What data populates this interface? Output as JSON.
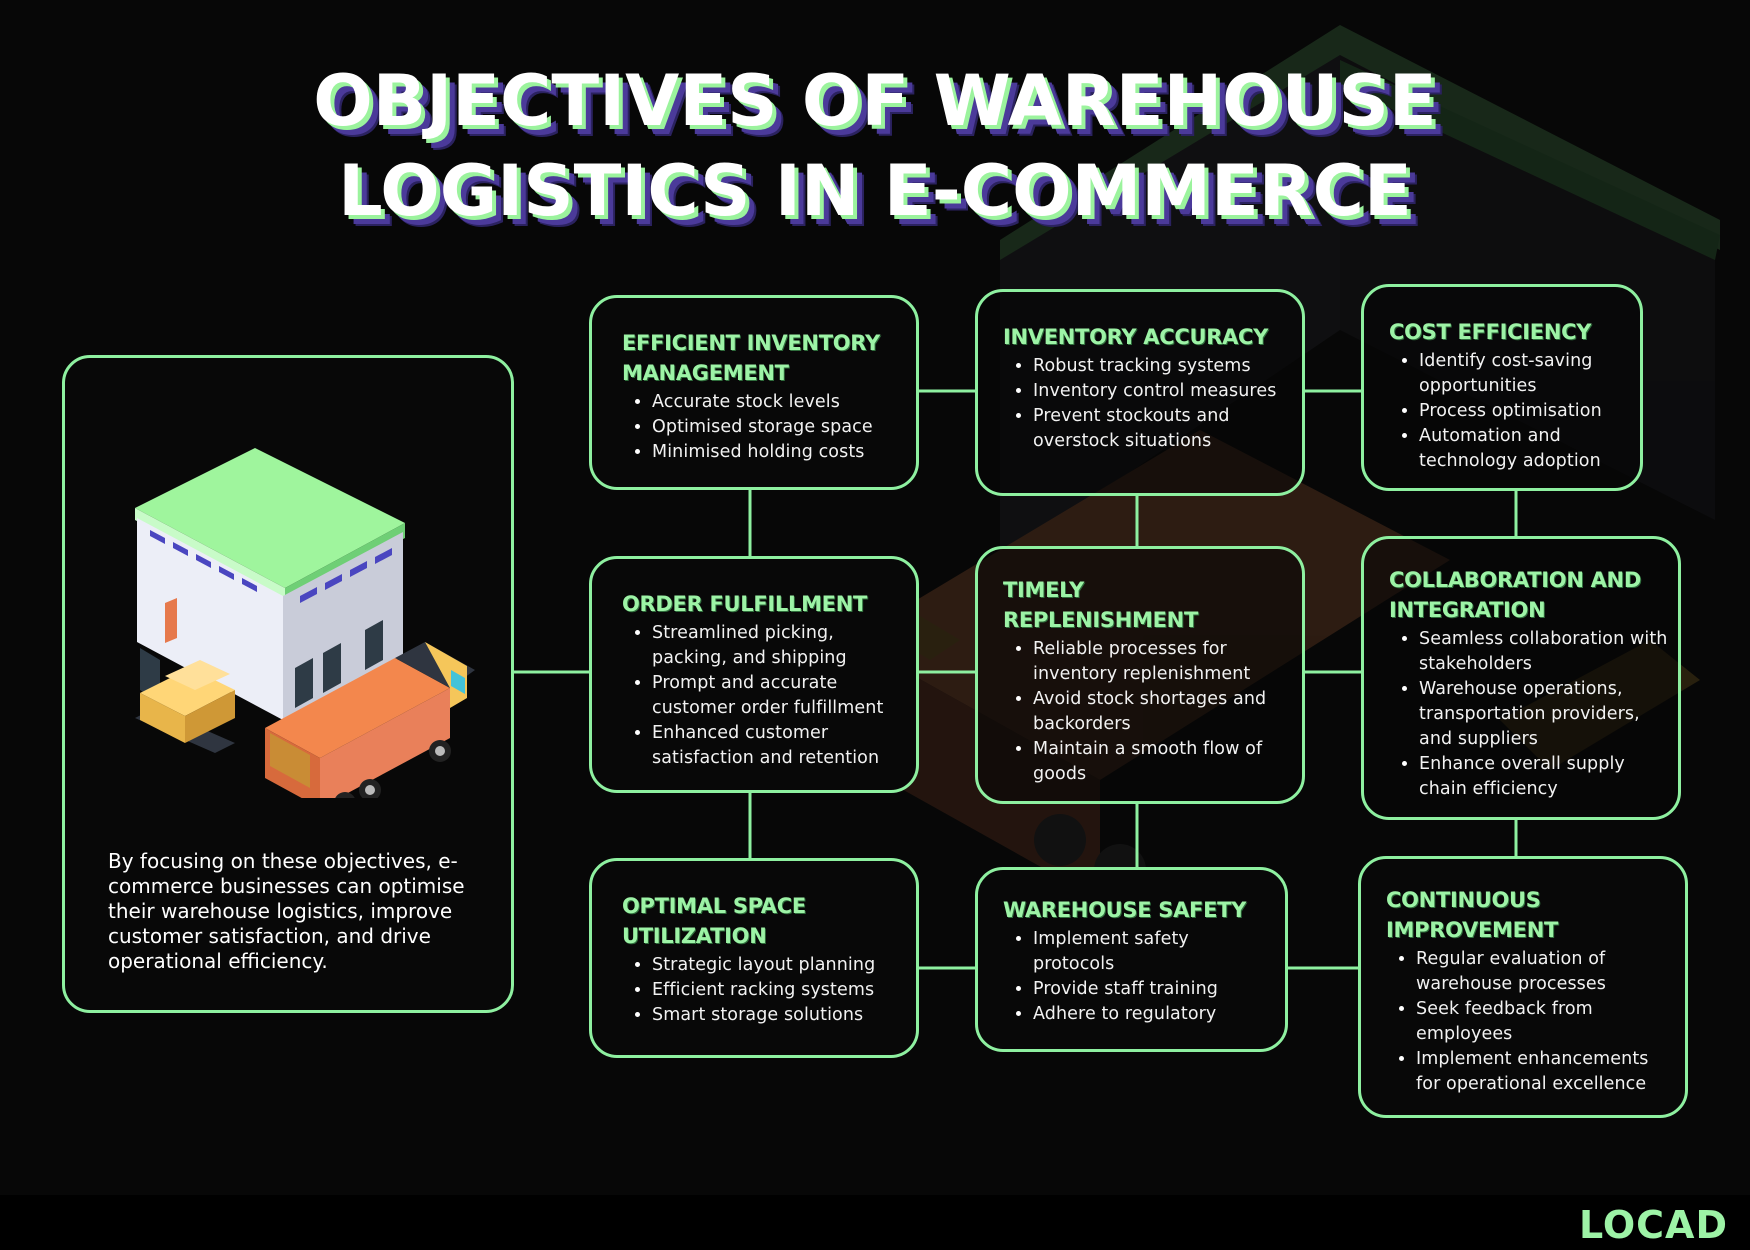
{
  "title": {
    "line1": "OBJECTIVES OF WAREHOUSE",
    "line2": "LOGISTICS IN E-COMMERCE"
  },
  "intro": "By focusing on these objectives, e-commerce businesses can optimise their warehouse logistics, improve customer satisfaction, and drive operational efficiency.",
  "boxes": {
    "efficient_inventory": {
      "title": "EFFICIENT INVENTORY MANAGEMENT",
      "items": [
        "Accurate stock levels",
        "Optimised storage space",
        "Minimised holding costs"
      ]
    },
    "inventory_accuracy": {
      "title": "INVENTORY ACCURACY",
      "items": [
        "Robust tracking systems",
        "Inventory control measures",
        "Prevent stockouts and overstock situations"
      ]
    },
    "cost_efficiency": {
      "title": "COST EFFICIENCY",
      "items": [
        "Identify cost-saving opportunities",
        "Process optimisation",
        "Automation and technology adoption"
      ]
    },
    "order_fulfillment": {
      "title": "ORDER FULFILLMENT",
      "items": [
        "Streamlined picking, packing, and shipping",
        "Prompt and accurate customer order fulfillment",
        "Enhanced customer satisfaction and retention"
      ]
    },
    "timely_replenishment": {
      "title": "TIMELY REPLENISHMENT",
      "items": [
        "Reliable processes for inventory replenishment",
        "Avoid stock shortages and backorders",
        "Maintain a smooth flow of goods"
      ]
    },
    "collaboration": {
      "title": "COLLABORATION AND INTEGRATION",
      "items": [
        "Seamless collaboration with stakeholders",
        "Warehouse operations, transportation providers, and suppliers",
        "Enhance overall supply chain efficiency"
      ]
    },
    "optimal_space": {
      "title": "OPTIMAL SPACE UTILIZATION",
      "items": [
        "Strategic layout planning",
        "Efficient racking systems",
        "Smart storage solutions"
      ]
    },
    "warehouse_safety": {
      "title": "WAREHOUSE SAFETY",
      "items": [
        "Implement safety protocols",
        "Provide staff training",
        "Adhere to regulatory"
      ]
    },
    "continuous_improvement": {
      "title": "CONTINUOUS IMPROVEMENT",
      "items": [
        "Regular evaluation of warehouse processes",
        "Seek feedback from employees",
        "Implement enhancements for operational excellence"
      ]
    }
  },
  "logo": "LOCAD",
  "colors": {
    "accent": "#8ef0a0",
    "background": "#070707",
    "title_shadow": "#4b3a9a",
    "truck": "#e9805a",
    "warehouse_roof": "#9ff59d",
    "boxes": "#f5c65a"
  }
}
